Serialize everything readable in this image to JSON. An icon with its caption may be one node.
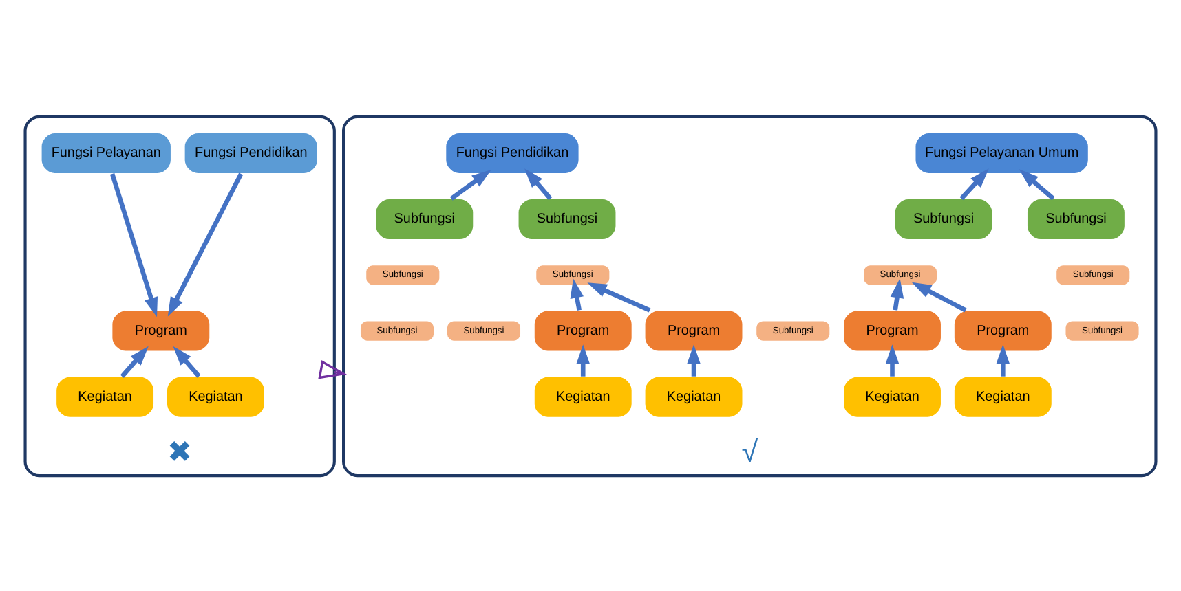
{
  "diagram": {
    "nodes": [
      {
        "text": [
          "✖"
        ]
      },
      {
        "text": [
          "Fungsi Pelayanan"
        ],
        "in": 0
      },
      {
        "text": [
          "Fungsi Pendidikan"
        ],
        "in": 0
      },
      {
        "text": [
          "Program"
        ],
        "in": 0
      },
      {
        "text": [
          "Kegiatan"
        ],
        "in": 0
      },
      {
        "text": [
          "Kegiatan"
        ],
        "in": 0
      },
      {
        "text": [
          "√"
        ]
      },
      {
        "text": [
          "Fungsi Pelayanan Umum"
        ],
        "in": 6
      },
      {
        "text": [
          "Fungsi Pendidikan"
        ],
        "in": 6
      },
      {
        "text": [
          "Subfungsi"
        ],
        "in": 6
      },
      {
        "text": [
          "Subfungsi"
        ],
        "in": 6
      },
      {
        "text": [
          "Subfungsi"
        ],
        "in": 6
      },
      {
        "text": [
          "Subfungsi"
        ],
        "in": 6
      },
      {
        "text": [
          "Subfungsi"
        ],
        "in": 6
      },
      {
        "text": [
          "Subfungsi"
        ],
        "in": 6
      },
      {
        "text": [
          "Subfungsi"
        ],
        "in": 6
      },
      {
        "text": [
          "Subfungsi"
        ],
        "in": 6
      },
      {
        "text": [
          "Subfungsi"
        ],
        "in": 6
      },
      {
        "text": [
          "Subfungsi"
        ],
        "in": 6
      },
      {
        "text": [
          "Subfungsi"
        ],
        "in": 6
      },
      {
        "text": [
          "Subfungsi"
        ],
        "in": 6
      },
      {
        "text": [
          "Program"
        ],
        "in": 6
      },
      {
        "text": [
          "Program"
        ],
        "in": 6
      },
      {
        "text": [
          "Program"
        ],
        "in": 6
      },
      {
        "text": [
          "Program"
        ],
        "in": 6
      },
      {
        "text": [
          "Kegiatan"
        ],
        "in": 6
      },
      {
        "text": [
          "Kegiatan"
        ],
        "in": 6
      },
      {
        "text": [
          "Kegiatan"
        ],
        "in": 6
      },
      {
        "text": [
          "Kegiatan"
        ],
        "in": 6
      }
    ],
    "edges": [
      {
        "from": 1,
        "to": 3,
        "arrow": "to"
      },
      {
        "from": 2,
        "to": 3,
        "arrow": "to"
      },
      {
        "from": 4,
        "to": 3,
        "arrow": "to"
      },
      {
        "from": 5,
        "to": 3,
        "arrow": "to"
      },
      {
        "from": 0,
        "to": 6,
        "arrow": "to",
        "color": "#7030a0"
      },
      {
        "from": 9,
        "to": 7,
        "arrow": "to"
      },
      {
        "from": 10,
        "to": 7,
        "arrow": "to"
      },
      {
        "from": 11,
        "to": 8,
        "arrow": "to"
      },
      {
        "from": 12,
        "to": 8,
        "arrow": "to"
      },
      {
        "from": 21,
        "to": 13,
        "arrow": "to"
      },
      {
        "from": 22,
        "to": 13,
        "arrow": "to"
      },
      {
        "from": 23,
        "to": 17,
        "arrow": "to"
      },
      {
        "from": 24,
        "to": 17,
        "arrow": "to"
      },
      {
        "from": 25,
        "to": 21,
        "arrow": "to"
      },
      {
        "from": 26,
        "to": 22,
        "arrow": "to"
      },
      {
        "from": 27,
        "to": 23,
        "arrow": "to"
      },
      {
        "from": 28,
        "to": 24,
        "arrow": "to"
      }
    ]
  }
}
